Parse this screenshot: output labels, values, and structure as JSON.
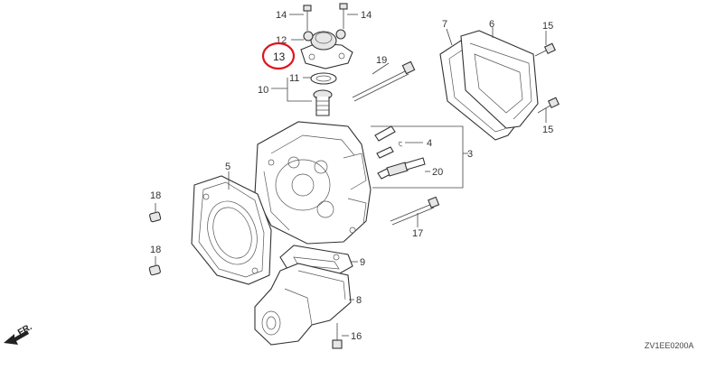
{
  "diagram_code": "ZV1EE0200A",
  "direction_label": "FR.",
  "highlight_color": "#e0141e",
  "callouts": {
    "c14a": "14",
    "c14b": "14",
    "c12": "12",
    "c13": "13",
    "c11": "11",
    "c10": "10",
    "c19": "19",
    "c7": "7",
    "c6": "6",
    "c15a": "15",
    "c15b": "15",
    "c4": "4",
    "c3": "3",
    "c20": "20",
    "c5": "5",
    "c18a": "18",
    "c18b": "18",
    "c17": "17",
    "c9": "9",
    "c8": "8",
    "c16": "16"
  },
  "icons": [
    "front-direction-arrow-icon"
  ]
}
